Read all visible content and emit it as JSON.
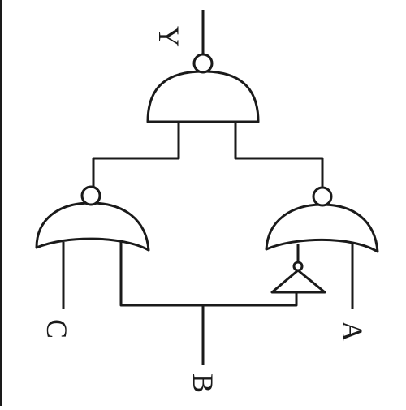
{
  "diagram": {
    "type": "logic-circuit",
    "stroke_color": "#1a1a1a",
    "background_color": "#ffffff",
    "labels": {
      "output": "Y",
      "input_a": "A",
      "input_b": "B",
      "input_c": "C"
    },
    "gates": [
      {
        "id": "gate-top",
        "kind": "NAND",
        "inputs": [
          "gate-left",
          "gate-right"
        ],
        "output": "Y"
      },
      {
        "id": "gate-left",
        "kind": "NOR",
        "inputs": [
          "C",
          "B"
        ]
      },
      {
        "id": "gate-right",
        "kind": "NOR",
        "inputs": [
          "NOT B",
          "A"
        ]
      },
      {
        "id": "not-gate",
        "kind": "NOT",
        "inputs": [
          "B"
        ]
      }
    ]
  }
}
